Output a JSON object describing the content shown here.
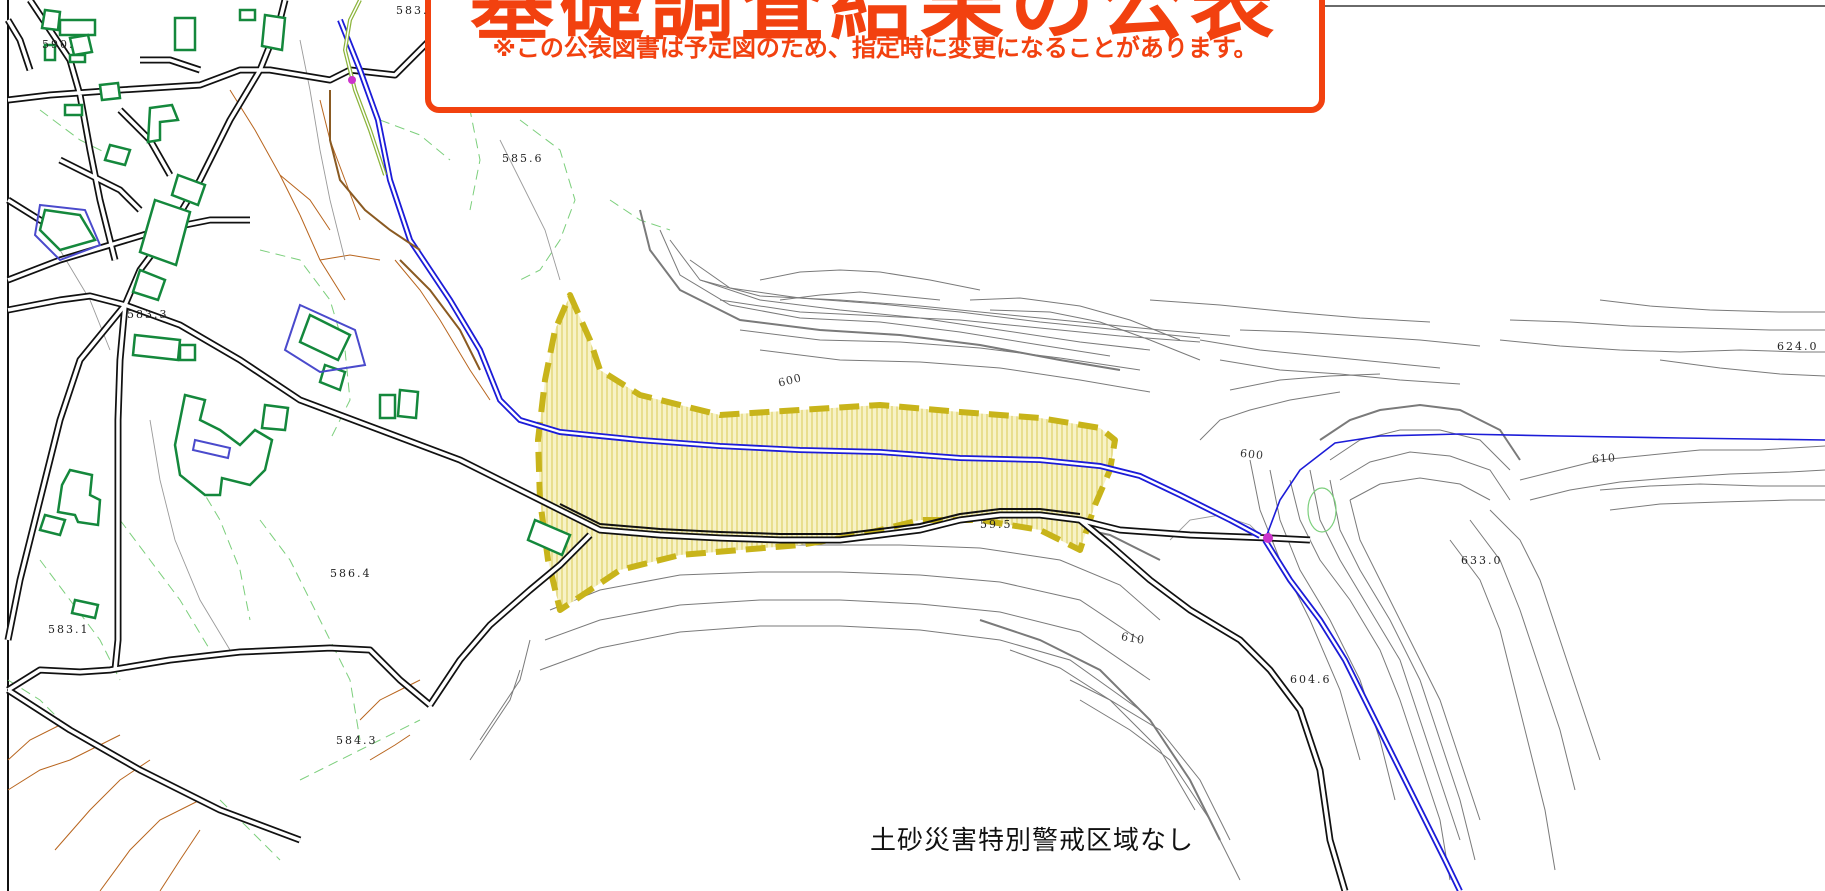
{
  "title": {
    "heading": "基礎調査結果の公表",
    "note": "※この公表図書は予定図のため、指定時に変更になることがあります。"
  },
  "map_note": "土砂災害特別警戒区域なし",
  "spot_heights": {
    "s1": "583.",
    "s2": "585.6",
    "s3": "583.3",
    "s4": "586.4",
    "s5": "583.1",
    "s6": "584.3",
    "s7": "633.0",
    "s8": "604.6",
    "s9": "624.0",
    "s10": "590.",
    "s11": "59.5"
  },
  "contour_labels": {
    "c1": "600",
    "c2": "600",
    "c3": "610",
    "c4": "610"
  },
  "colors": {
    "title_red": "#f2410f",
    "hazard_zone": "#c8b41a",
    "hazard_fill": "#f3edb2",
    "stream": "#1c1cd8",
    "building": "#14883c",
    "road": "#111111",
    "contour": "#7a7a7a",
    "parcel_brown": "#b8651e",
    "parcel_green": "#7ccf7c"
  }
}
